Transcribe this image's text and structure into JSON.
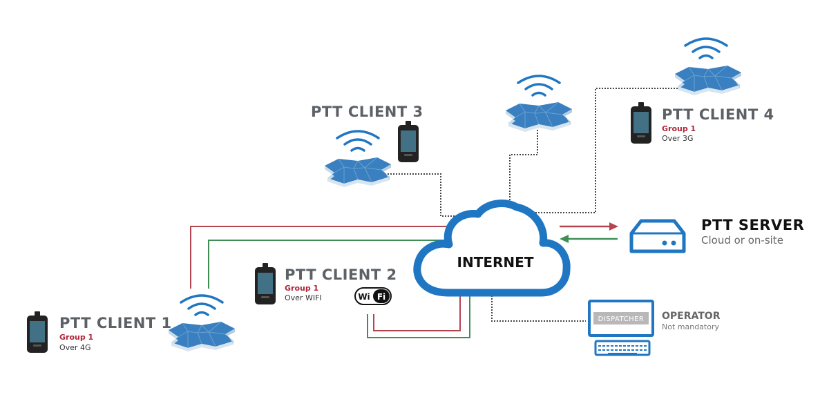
{
  "clients": [
    {
      "title": "PTT CLIENT 1",
      "group": "Group 1",
      "network": "Over 4G"
    },
    {
      "title": "PTT CLIENT 2",
      "group": "Group 1",
      "network": "Over WIFI"
    },
    {
      "title": "PTT CLIENT 3"
    },
    {
      "title": "PTT CLIENT 4",
      "group": "Group 1",
      "network": "Over 3G"
    }
  ],
  "cloud": {
    "label": "INTERNET"
  },
  "server": {
    "title": "PTT SERVER",
    "subtitle": "Cloud or on-site"
  },
  "operator": {
    "title": "OPERATOR",
    "subtitle": "Not mandatory",
    "screen_label": "DISPATCHER"
  },
  "wifi_badge": {
    "text_left": "Wi",
    "text_right": "Fi"
  },
  "colors": {
    "uplink_red": "#b5444f",
    "downlink_green": "#3f8f55",
    "cloud_blue": "#1f76c2",
    "tower_blue": "#3a7fbf",
    "group_red": "#b0253a",
    "link_dotted": "#444444"
  },
  "icons": [
    "cell-tower-icon",
    "wifi-signal-icon",
    "smartphone-icon",
    "server-icon",
    "computer-monitor-icon",
    "keyboard-icon",
    "cloud-icon",
    "wifi-badge-icon"
  ]
}
